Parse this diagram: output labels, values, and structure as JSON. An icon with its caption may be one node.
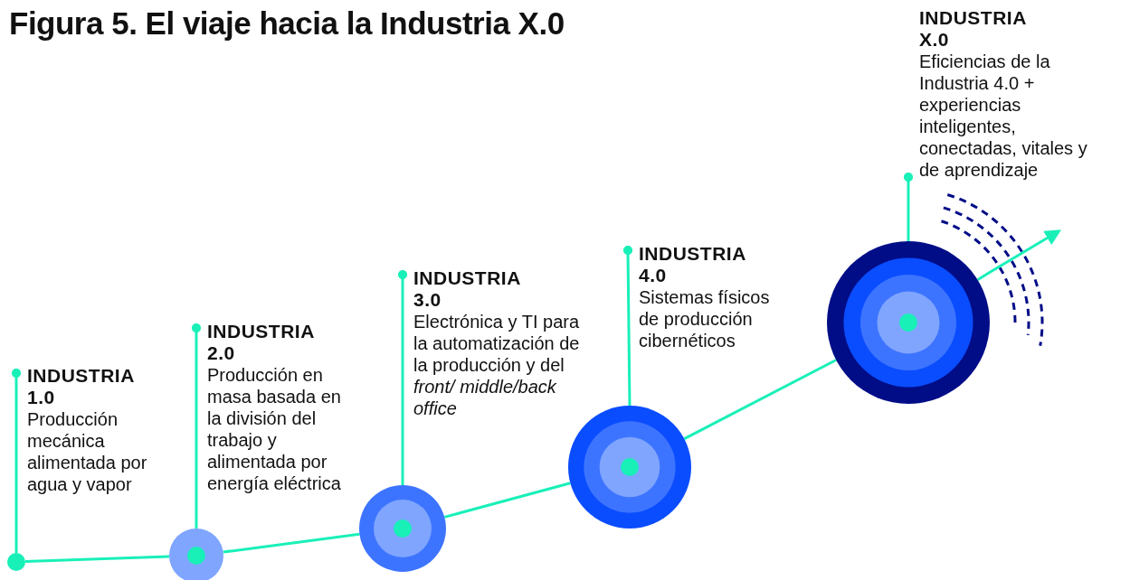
{
  "diagram": {
    "title": "Figura 5. El viaje hacia la Industria X.0",
    "nodes": [
      {
        "text": [
          "INDUSTRIA 1.0",
          "Producción mecánica alimentada por agua y vapor"
        ]
      },
      {
        "text": [
          "INDUSTRIA 2.0",
          "Producción en masa basada en la división del trabajo y alimentada por energía eléctrica"
        ]
      },
      {
        "text": [
          "INDUSTRIA 3.0",
          "Electrónica y TI para la automatización de la producción y del *front/ middle/back office*"
        ]
      },
      {
        "text": [
          "INDUSTRIA 4.0",
          "Sistemas físicos de producción cibernéticos"
        ]
      },
      {
        "text": [
          "INDUSTRIA X.0",
          "Eficiencias de la Industria 4.0 + experiencias inteligentes, conectadas, vitales y de aprendizaje"
        ]
      },
      {
        "text": [],
        "shape": "circle"
      },
      {
        "text": [],
        "shape": "circle"
      },
      {
        "text": [],
        "shape": "circle"
      },
      {
        "text": [],
        "shape": "circle"
      },
      {
        "text": [],
        "shape": "circle"
      }
    ],
    "edges": [
      {
        "from": 5,
        "to": 6,
        "arrow": "none"
      },
      {
        "from": 6,
        "to": 7,
        "arrow": "none"
      },
      {
        "from": 7,
        "to": 8,
        "arrow": "none"
      },
      {
        "from": 8,
        "to": 9,
        "arrow": "none"
      },
      {
        "from": 9,
        "to": null,
        "arrow": "to"
      },
      {
        "from": 0,
        "to": 5,
        "arrow": "other"
      },
      {
        "from": 1,
        "to": 6,
        "arrow": "other"
      },
      {
        "from": 2,
        "to": 7,
        "arrow": "other"
      },
      {
        "from": 3,
        "to": 8,
        "arrow": "other"
      },
      {
        "from": 4,
        "to": 9,
        "arrow": "other"
      }
    ]
  }
}
